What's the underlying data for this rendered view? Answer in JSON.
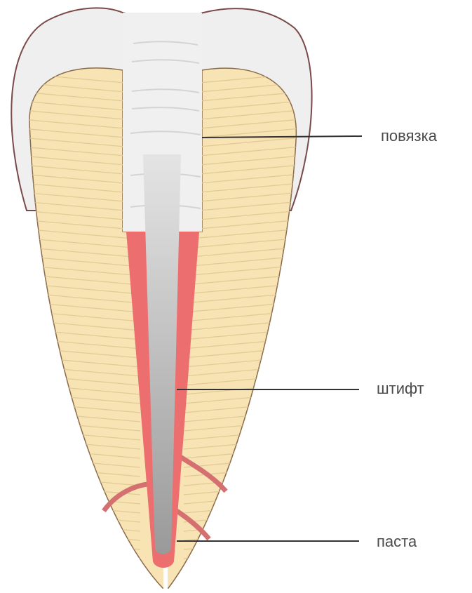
{
  "labels": {
    "bandage": "повязка",
    "post": "штифт",
    "paste": "паста"
  },
  "colors": {
    "enamel": "#efefef",
    "dentin": "#f7e3b4",
    "dentin_stripe": "#e6cf98",
    "filling": "#f0f0f0",
    "paste": "#ec6e6e",
    "post_light": "#e2e2e2",
    "post_dark": "#9c9c9c",
    "leader_line": "#333333"
  }
}
